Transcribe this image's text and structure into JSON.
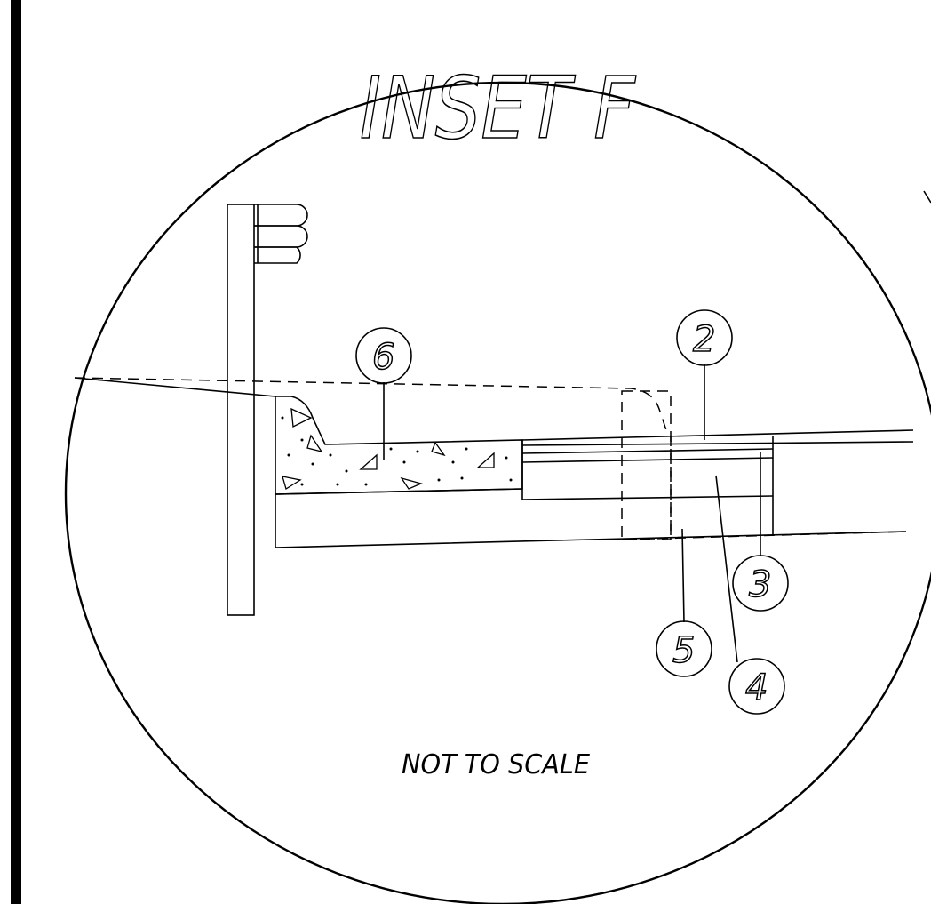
{
  "title": "INSET F",
  "note": "NOT TO SCALE",
  "callouts": [
    {
      "id": "6",
      "label": "6"
    },
    {
      "id": "2",
      "label": "2"
    },
    {
      "id": "3",
      "label": "3"
    },
    {
      "id": "5",
      "label": "5"
    },
    {
      "id": "4",
      "label": "4"
    }
  ],
  "colors": {
    "ink": "#000000",
    "background": "#ffffff"
  }
}
